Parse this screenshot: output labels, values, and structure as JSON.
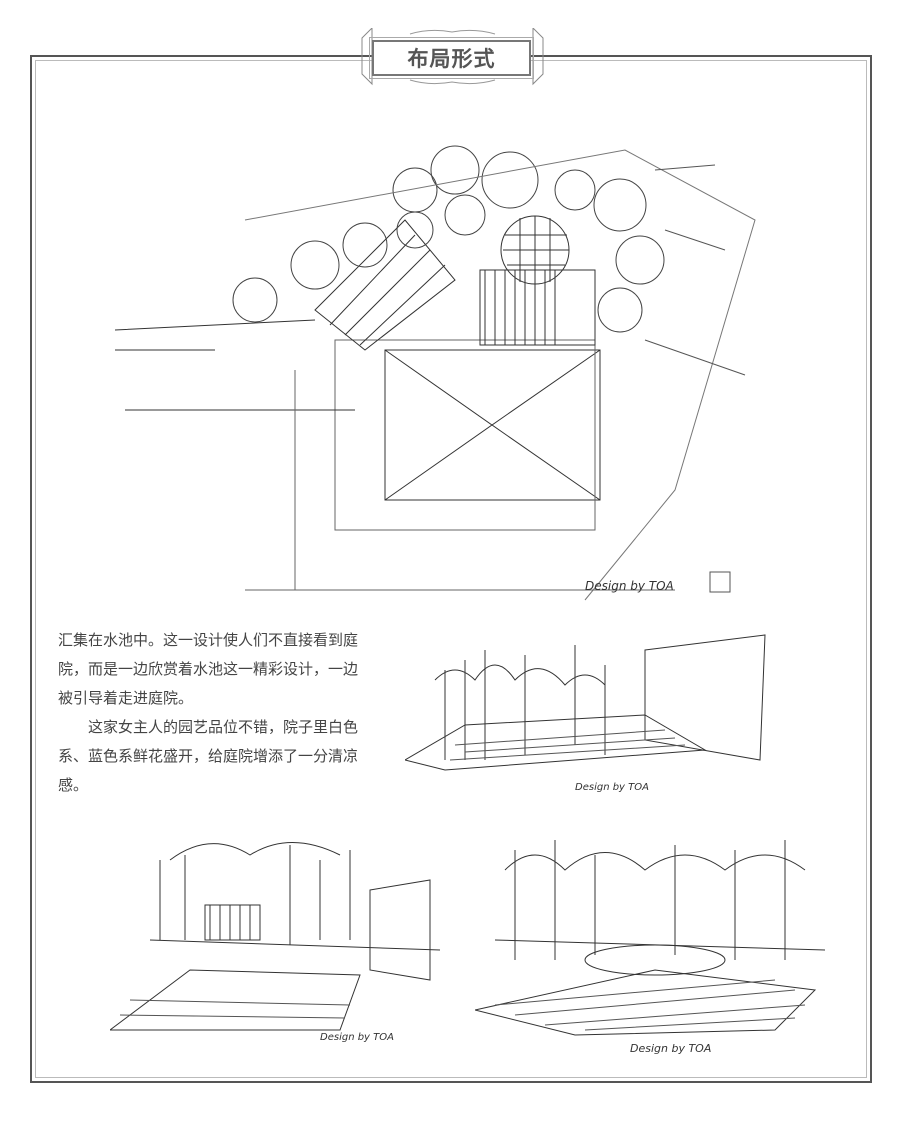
{
  "section_title": "布局形式",
  "body_paragraphs": [
    "汇集在水池中。这一设计使人们不直接看到庭院，而是一边欣赏着水池这一精彩设计，一边被引导着走进庭院。",
    "这家女主人的园艺品位不错，院子里白色系、蓝色系鲜花盛开，给庭院增添了一分清凉感。"
  ],
  "sketch_signatures": [
    "Design by TOA",
    "Design by TOA",
    "Design by TOA",
    "Design by TOA"
  ]
}
